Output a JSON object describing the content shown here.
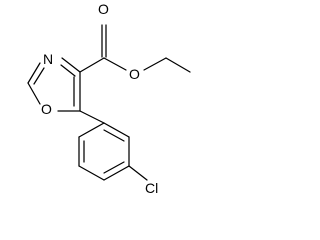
{
  "molecule": {
    "atoms": {
      "ester_carbonyl_o": "O",
      "ester_ether_o": "O",
      "ring_nitrogen": "N",
      "ring_oxygen": "O",
      "chlorine": "Cl"
    }
  }
}
